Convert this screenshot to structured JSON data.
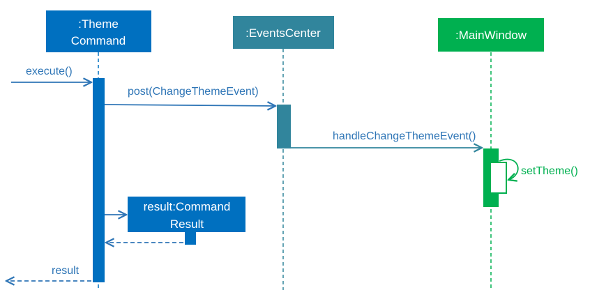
{
  "participants": {
    "theme_command": {
      "line1": ":Theme",
      "line2": "Command"
    },
    "events_center": {
      "label": ":EventsCenter"
    },
    "main_window": {
      "label": ":MainWindow"
    },
    "command_result": {
      "line1": "result:Command",
      "line2": "Result"
    }
  },
  "messages": {
    "execute": "execute()",
    "post": "post(ChangeThemeEvent)",
    "handle": "handleChangeThemeEvent()",
    "set_theme": "setTheme()",
    "result": "result"
  },
  "colors": {
    "theme_command": "#0070C0",
    "events_center": "#31859C",
    "main_window": "#00B050",
    "arrow_blue": "#2E75B6"
  }
}
